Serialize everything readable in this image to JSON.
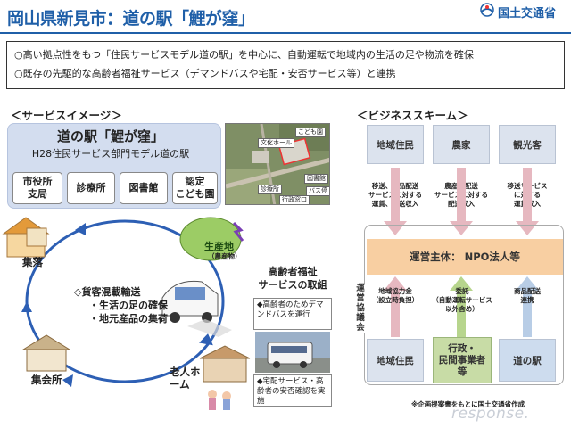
{
  "header": {
    "title": "岡山県新見市：道の駅「鯉が窪」",
    "logo_text": "国土交通省",
    "logo_icon": "mlit-logo-icon"
  },
  "summary": {
    "line1": "○高い拠点性をもつ「住民サービスモデル道の駅」を中心に、自動運転で地域内の生活の足や物流を確保",
    "line2": "○既存の先駆的な高齢者福祉サービス（デマンドバスや宅配・安否サービス等）と連携"
  },
  "service_image": {
    "heading": "＜サービスイメージ＞",
    "station_name": "道の駅「鯉が窪」",
    "station_award": "H28住民サービス部門モデル道の駅",
    "facilities": [
      {
        "line1": "市役所",
        "line2": "支局"
      },
      {
        "line1": "診療所",
        "line2": ""
      },
      {
        "line1": "図書館",
        "line2": ""
      },
      {
        "line1": "認定",
        "line2": "こども園"
      }
    ],
    "aerial_labels": [
      "文化ホール",
      "こども園",
      "図書館",
      "診療所",
      "行政窓口",
      "バス停"
    ],
    "nodes": {
      "production": "生産地",
      "production_sub": "（農産物）",
      "settlement": "集落",
      "meeting_hall": "集会所",
      "elderly_home_1": "老人ホ",
      "elderly_home_2": "ーム"
    },
    "bullets": {
      "head": "◇貨客混載輸送",
      "item1": "・生活の足の確保",
      "item2": "・地元産品の集荷"
    },
    "welfare": {
      "title_line1": "高齢者福祉",
      "title_line2": "サービスの取組",
      "box1": "◆高齢者のためデマンドバスを運行",
      "box2": "◆宅配サービス・高齢者の安否確認を実施"
    }
  },
  "business": {
    "heading": "＜ビジネススキーム＞",
    "top_parties": [
      "地域住民",
      "農家",
      "観光客"
    ],
    "top_flows": [
      [
        "移送、商品配送",
        "サービスに対する",
        "運賃、配送収入"
      ],
      [
        "農産品配送",
        "サービスに対する",
        "配送収入"
      ],
      [
        "移送サービス",
        "に対する",
        "運賃収入"
      ]
    ],
    "operator": "運営主体： NPO法人等",
    "frame_tag": [
      "運",
      "営",
      "協",
      "議",
      "会"
    ],
    "bottom_flows": [
      [
        "地域協力金",
        "（設立時負担）"
      ],
      [
        "委託",
        "（自動運転サービス",
        "以外含め）"
      ],
      [
        "商品配送",
        "連携"
      ]
    ],
    "bottom_parties": [
      {
        "line1": "地域住民",
        "line2": "",
        "line3": ""
      },
      {
        "line1": "行政・",
        "line2": "民間事業者",
        "line3": "等"
      },
      {
        "line1": "道の駅",
        "line2": "",
        "line3": ""
      }
    ],
    "colors": {
      "party_fill": "#dce3ee",
      "operator_fill": "#f8cfa2",
      "green_fill": "#c8dca6",
      "arrow_pink": "#e6b8c0",
      "arrow_green": "#b7d58d",
      "arrow_blue": "#b8cde6"
    }
  },
  "footnote": "※企画提案書をもとに国土交通省作成",
  "watermark": "response."
}
